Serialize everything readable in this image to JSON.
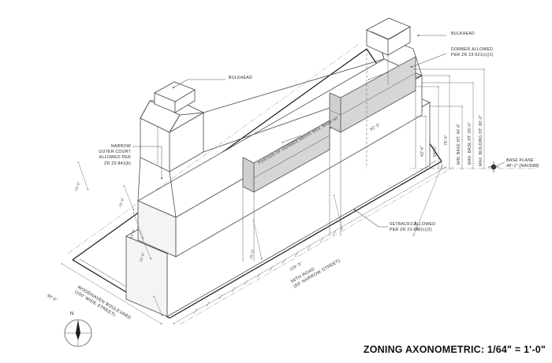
{
  "sheet": {
    "title": "ZONING AXONOMETRIC:  1/64\" = 1'-0\"",
    "background_color": "#ffffff",
    "line_color": "#4a4a4a",
    "heavy_line_color": "#1d1d1d",
    "shade_fill": "#d6d6d6",
    "text_color": "#2b2b2b"
  },
  "annotations": {
    "bulkhead_right": "BULKHEAD",
    "bulkhead_left": "BULKHEAD",
    "dormer_allowed": "DORMER ALLOWED\nPER ZR 23-621(c)(1)",
    "narrow_outer_court": "NARROW\nOUTER COURT\nALLOWED PER\nZR 23-841(b)",
    "setbacks_allowed": "SETBACKS ALLOWED\nPER ZR 23-662(c)(2)",
    "base_plane": "BASE PLANE\n48'-1\" (NAVD88)",
    "dormer_above_max_base": "PORTION OF DORMER ABOVE MAX. BASE HT"
  },
  "dimensions": {
    "right_stack": [
      {
        "label": "43'-4\""
      },
      {
        "label": "64'-0\""
      },
      {
        "label": "75'-4\""
      },
      {
        "label": "MIN. BASE HT: 40'-0\""
      },
      {
        "label": "MAX. BASE HT: 65'-0\""
      },
      {
        "label": "MAX. BUILDING HT: 80'-0\""
      }
    ],
    "dormer_height": "62'-3\"",
    "left_small": [
      {
        "label": "10'-0\""
      },
      {
        "label": "15'-0\""
      },
      {
        "label": "15'-0\""
      },
      {
        "label": "10'-0\""
      },
      {
        "label": "15'-0\""
      }
    ],
    "plan_left_edge": "98'-6\"",
    "plan_bottom_edge": "229'-3\"",
    "plan_right_edge": "75'-0\""
  },
  "streets": {
    "woodhaven": "WOODHAVEN BOULEVARD\n(150' WIDE STREET)",
    "fifty_sixth": "56TH ROAD\n(60' NARROW STREET)"
  },
  "compass": {
    "north_label": "N"
  }
}
